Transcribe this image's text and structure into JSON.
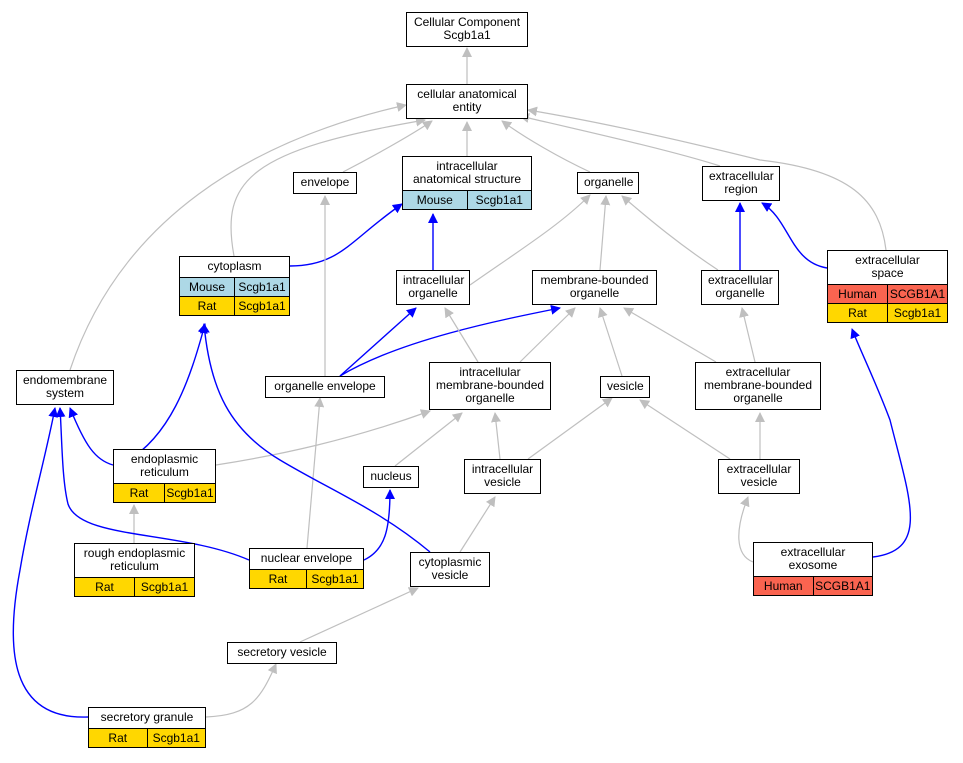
{
  "colors": {
    "gray_edge": "#bfbfbf",
    "blue_edge": "#0000ff",
    "mouse": "#add8e6",
    "rat": "#ffd700",
    "human": "#fa6450"
  },
  "nodes": {
    "cellular_component": {
      "title": "Cellular Component\nScgb1a1",
      "rows": []
    },
    "cellular_anatomical_entity": {
      "title": "cellular anatomical\nentity",
      "rows": []
    },
    "envelope": {
      "title": "envelope",
      "rows": []
    },
    "intracellular_anatomical_structure": {
      "title": "intracellular\nanatomical structure",
      "rows": [
        {
          "species": "Mouse",
          "gene": "Scgb1a1",
          "color": "#add8e6"
        }
      ]
    },
    "organelle": {
      "title": "organelle",
      "rows": []
    },
    "extracellular_region": {
      "title": "extracellular\nregion",
      "rows": []
    },
    "cytoplasm": {
      "title": "cytoplasm",
      "rows": [
        {
          "species": "Mouse",
          "gene": "Scgb1a1",
          "color": "#add8e6"
        },
        {
          "species": "Rat",
          "gene": "Scgb1a1",
          "color": "#ffd700"
        }
      ]
    },
    "intracellular_organelle": {
      "title": "intracellular\norganelle",
      "rows": []
    },
    "membrane_bounded_organelle": {
      "title": "membrane-bounded\norganelle",
      "rows": []
    },
    "extracellular_organelle": {
      "title": "extracellular\norganelle",
      "rows": []
    },
    "extracellular_space": {
      "title": "extracellular\nspace",
      "rows": [
        {
          "species": "Human",
          "gene": "SCGB1A1",
          "color": "#fa6450"
        },
        {
          "species": "Rat",
          "gene": "Scgb1a1",
          "color": "#ffd700"
        }
      ]
    },
    "endomembrane_system": {
      "title": "endomembrane\nsystem",
      "rows": []
    },
    "organelle_envelope": {
      "title": "organelle envelope",
      "rows": []
    },
    "intracellular_mb_organelle": {
      "title": "intracellular\nmembrane-bounded\norganelle",
      "rows": []
    },
    "vesicle": {
      "title": "vesicle",
      "rows": []
    },
    "extracellular_mb_organelle": {
      "title": "extracellular\nmembrane-bounded\norganelle",
      "rows": []
    },
    "endoplasmic_reticulum": {
      "title": "endoplasmic\nreticulum",
      "rows": [
        {
          "species": "Rat",
          "gene": "Scgb1a1",
          "color": "#ffd700"
        }
      ]
    },
    "nucleus": {
      "title": "nucleus",
      "rows": []
    },
    "intracellular_vesicle": {
      "title": "intracellular\nvesicle",
      "rows": []
    },
    "extracellular_vesicle": {
      "title": "extracellular\nvesicle",
      "rows": []
    },
    "rough_er": {
      "title": "rough endoplasmic\nreticulum",
      "rows": [
        {
          "species": "Rat",
          "gene": "Scgb1a1",
          "color": "#ffd700"
        }
      ]
    },
    "nuclear_envelope": {
      "title": "nuclear envelope",
      "rows": [
        {
          "species": "Rat",
          "gene": "Scgb1a1",
          "color": "#ffd700"
        }
      ]
    },
    "cytoplasmic_vesicle": {
      "title": "cytoplasmic\nvesicle",
      "rows": []
    },
    "extracellular_exosome": {
      "title": "extracellular\nexosome",
      "rows": [
        {
          "species": "Human",
          "gene": "SCGB1A1",
          "color": "#fa6450"
        }
      ]
    },
    "secretory_vesicle": {
      "title": "secretory vesicle",
      "rows": []
    },
    "secretory_granule": {
      "title": "secretory granule",
      "rows": [
        {
          "species": "Rat",
          "gene": "Scgb1a1",
          "color": "#ffd700"
        }
      ]
    }
  },
  "edges": [
    {
      "from": "cellular_anatomical_entity",
      "to": "cellular_component",
      "kind": "gray"
    },
    {
      "from": "envelope",
      "to": "cellular_anatomical_entity",
      "kind": "gray"
    },
    {
      "from": "intracellular_anatomical_structure",
      "to": "cellular_anatomical_entity",
      "kind": "gray"
    },
    {
      "from": "organelle",
      "to": "cellular_anatomical_entity",
      "kind": "gray"
    },
    {
      "from": "extracellular_region",
      "to": "cellular_anatomical_entity",
      "kind": "gray"
    },
    {
      "from": "cytoplasm",
      "to": "cellular_anatomical_entity",
      "kind": "gray"
    },
    {
      "from": "endomembrane_system",
      "to": "cellular_anatomical_entity",
      "kind": "gray"
    },
    {
      "from": "extracellular_space",
      "to": "cellular_anatomical_entity",
      "kind": "gray"
    },
    {
      "from": "cytoplasm",
      "to": "intracellular_anatomical_structure",
      "kind": "blue"
    },
    {
      "from": "intracellular_organelle",
      "to": "intracellular_anatomical_structure",
      "kind": "blue"
    },
    {
      "from": "intracellular_organelle",
      "to": "organelle",
      "kind": "gray"
    },
    {
      "from": "membrane_bounded_organelle",
      "to": "organelle",
      "kind": "gray"
    },
    {
      "from": "extracellular_organelle",
      "to": "organelle",
      "kind": "gray"
    },
    {
      "from": "extracellular_organelle",
      "to": "extracellular_region",
      "kind": "blue"
    },
    {
      "from": "extracellular_space",
      "to": "extracellular_region",
      "kind": "blue"
    },
    {
      "from": "organelle_envelope",
      "to": "envelope",
      "kind": "gray"
    },
    {
      "from": "organelle_envelope",
      "to": "intracellular_organelle",
      "kind": "blue"
    },
    {
      "from": "organelle_envelope",
      "to": "membrane_bounded_organelle",
      "kind": "blue"
    },
    {
      "from": "intracellular_mb_organelle",
      "to": "intracellular_organelle",
      "kind": "gray"
    },
    {
      "from": "intracellular_mb_organelle",
      "to": "membrane_bounded_organelle",
      "kind": "gray"
    },
    {
      "from": "vesicle",
      "to": "membrane_bounded_organelle",
      "kind": "gray"
    },
    {
      "from": "extracellular_mb_organelle",
      "to": "membrane_bounded_organelle",
      "kind": "gray"
    },
    {
      "from": "extracellular_mb_organelle",
      "to": "extracellular_organelle",
      "kind": "gray"
    },
    {
      "from": "endoplasmic_reticulum",
      "to": "cytoplasm",
      "kind": "blue"
    },
    {
      "from": "endoplasmic_reticulum",
      "to": "endomembrane_system",
      "kind": "blue"
    },
    {
      "from": "endoplasmic_reticulum",
      "to": "intracellular_mb_organelle",
      "kind": "gray"
    },
    {
      "from": "nucleus",
      "to": "intracellular_mb_organelle",
      "kind": "gray"
    },
    {
      "from": "intracellular_vesicle",
      "to": "intracellular_mb_organelle",
      "kind": "gray"
    },
    {
      "from": "intracellular_vesicle",
      "to": "vesicle",
      "kind": "gray"
    },
    {
      "from": "extracellular_vesicle",
      "to": "vesicle",
      "kind": "gray"
    },
    {
      "from": "extracellular_vesicle",
      "to": "extracellular_mb_organelle",
      "kind": "gray"
    },
    {
      "from": "rough_er",
      "to": "endoplasmic_reticulum",
      "kind": "gray"
    },
    {
      "from": "nuclear_envelope",
      "to": "organelle_envelope",
      "kind": "gray"
    },
    {
      "from": "nuclear_envelope",
      "to": "nucleus",
      "kind": "blue"
    },
    {
      "from": "nuclear_envelope",
      "to": "endomembrane_system",
      "kind": "blue"
    },
    {
      "from": "cytoplasmic_vesicle",
      "to": "cytoplasm",
      "kind": "blue"
    },
    {
      "from": "cytoplasmic_vesicle",
      "to": "intracellular_vesicle",
      "kind": "gray"
    },
    {
      "from": "extracellular_exosome",
      "to": "extracellular_vesicle",
      "kind": "gray"
    },
    {
      "from": "extracellular_exosome",
      "to": "extracellular_space",
      "kind": "blue"
    },
    {
      "from": "secretory_vesicle",
      "to": "cytoplasmic_vesicle",
      "kind": "gray"
    },
    {
      "from": "secretory_granule",
      "to": "secretory_vesicle",
      "kind": "gray"
    },
    {
      "from": "secretory_granule",
      "to": "endomembrane_system",
      "kind": "blue"
    }
  ]
}
